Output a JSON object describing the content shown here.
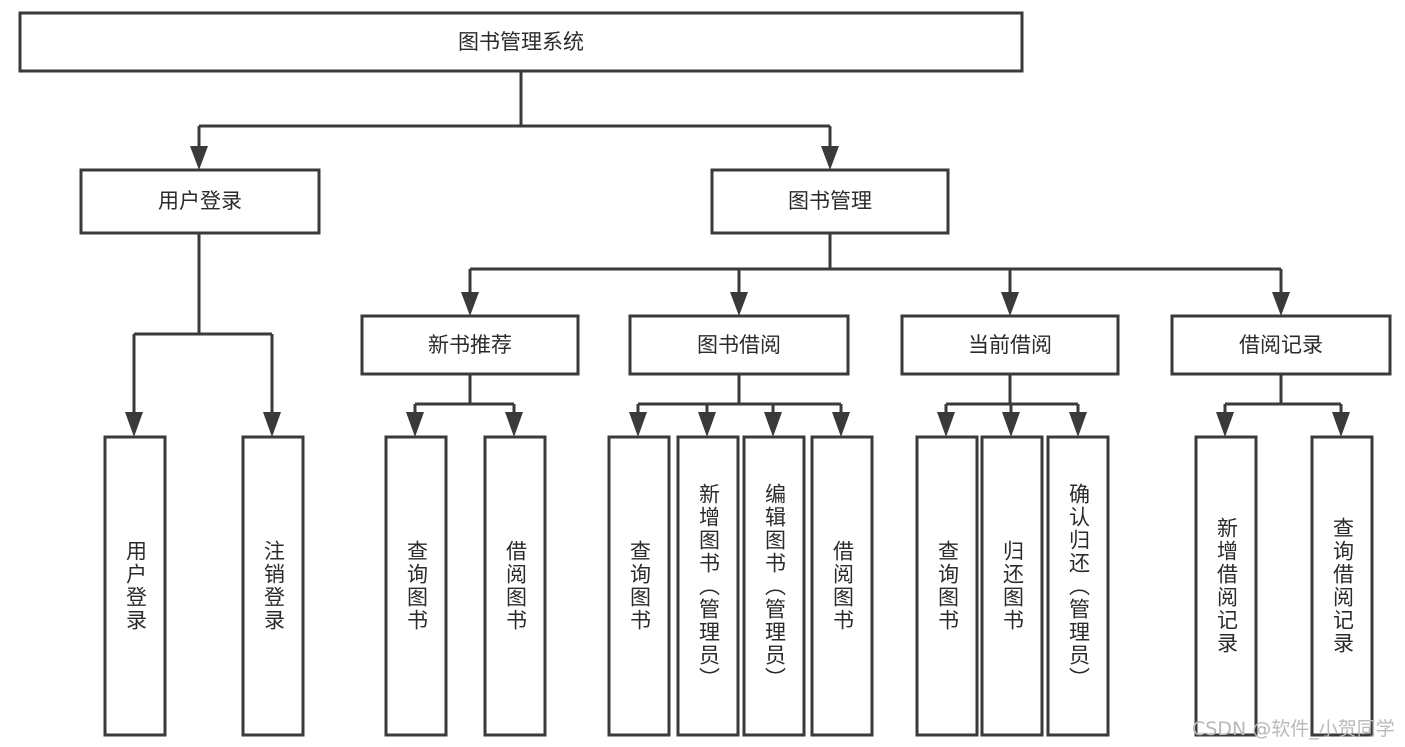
{
  "diagram": {
    "title": "图书管理系统",
    "type": "tree-hierarchy",
    "orientation": "top-down",
    "root": {
      "id": "root",
      "label": "图书管理系统",
      "text_direction": "horizontal"
    },
    "level1": [
      {
        "id": "user-login",
        "label": "用户登录",
        "text_direction": "horizontal"
      },
      {
        "id": "book-manage",
        "label": "图书管理",
        "text_direction": "horizontal"
      }
    ],
    "level2": [
      {
        "id": "new-book-recommend",
        "label": "新书推荐",
        "parent": "book-manage",
        "text_direction": "horizontal"
      },
      {
        "id": "book-borrow",
        "label": "图书借阅",
        "parent": "book-manage",
        "text_direction": "horizontal"
      },
      {
        "id": "current-borrow",
        "label": "当前借阅",
        "parent": "book-manage",
        "text_direction": "horizontal"
      },
      {
        "id": "borrow-record",
        "label": "借阅记录",
        "parent": "book-manage",
        "text_direction": "horizontal"
      }
    ],
    "leaves": [
      {
        "id": "leaf-user-login",
        "label": "用户登录",
        "parent": "user-login",
        "text_direction": "vertical"
      },
      {
        "id": "leaf-user-logout",
        "label": "注销登录",
        "parent": "user-login",
        "text_direction": "vertical"
      },
      {
        "id": "leaf-query-book-1",
        "label": "查询图书",
        "parent": "new-book-recommend",
        "text_direction": "vertical"
      },
      {
        "id": "leaf-borrow-book-1",
        "label": "借阅图书",
        "parent": "new-book-recommend",
        "text_direction": "vertical"
      },
      {
        "id": "leaf-query-book-2",
        "label": "查询图书",
        "parent": "book-borrow",
        "text_direction": "vertical"
      },
      {
        "id": "leaf-add-book",
        "label": "新增图书（管理员）",
        "parent": "book-borrow",
        "text_direction": "vertical"
      },
      {
        "id": "leaf-edit-book",
        "label": "编辑图书（管理员）",
        "parent": "book-borrow",
        "text_direction": "vertical"
      },
      {
        "id": "leaf-borrow-book-2",
        "label": "借阅图书",
        "parent": "book-borrow",
        "text_direction": "vertical"
      },
      {
        "id": "leaf-query-book-3",
        "label": "查询图书",
        "parent": "current-borrow",
        "text_direction": "vertical"
      },
      {
        "id": "leaf-return-book",
        "label": "归还图书",
        "parent": "current-borrow",
        "text_direction": "vertical"
      },
      {
        "id": "leaf-confirm-return",
        "label": "确认归还（管理员）",
        "parent": "current-borrow",
        "text_direction": "vertical"
      },
      {
        "id": "leaf-add-record",
        "label": "新增借阅记录",
        "parent": "borrow-record",
        "text_direction": "vertical"
      },
      {
        "id": "leaf-query-record",
        "label": "查询借阅记录",
        "parent": "borrow-record",
        "text_direction": "vertical"
      }
    ],
    "colors": {
      "box_stroke": "#3a3a3a",
      "box_fill": "#ffffff",
      "text": "#2b2b2b",
      "connector": "#3a3a3a",
      "background": "#ffffff",
      "watermark": "#b9b9b9"
    }
  },
  "watermark": {
    "text": "CSDN @软件_小贺同学"
  }
}
